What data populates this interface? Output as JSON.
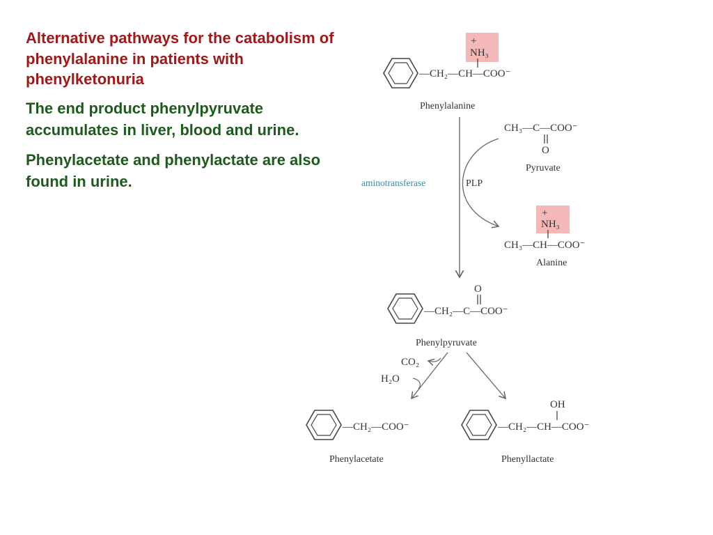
{
  "slide": {
    "title": "Alternative pathways for the catabolism of phenylalanine in patients with phenylketonuria",
    "paragraph1": "The end product phenylpyruvate accumulates in liver, blood and urine.",
    "paragraph2": "Phenylacetate and phenylactate are also found in urine.",
    "title_color": "#a01818",
    "body_color": "#1e5a1e"
  },
  "diagram": {
    "phenylalanine": {
      "amine_charge": "+",
      "amine": "NH₃",
      "chain": "—CH₂—CH—COO⁻",
      "name": "Phenylalanine"
    },
    "pyruvate": {
      "chain": "CH₃—C—COO⁻",
      "oxygen": "O",
      "name": "Pyruvate"
    },
    "enzyme": {
      "name": "aminotransferase",
      "cofactor": "PLP"
    },
    "alanine": {
      "amine_charge": "+",
      "amine": "NH₃",
      "chain": "CH₃—CH—COO⁻",
      "name": "Alanine"
    },
    "phenylpyruvate": {
      "oxygen": "O",
      "chain": "—CH₂—C—COO⁻",
      "name": "Phenylpyruvate"
    },
    "decarboxylation": {
      "product": "CO₂",
      "reactant": "H₂O"
    },
    "phenylacetate": {
      "chain": "—CH₂—COO⁻",
      "name": "Phenylacetate"
    },
    "phenyllactate": {
      "hydroxyl": "OH",
      "chain": "—CH₂—CH—COO⁻",
      "name": "Phenyllactate"
    },
    "highlight_color": "#f4b8b8"
  }
}
